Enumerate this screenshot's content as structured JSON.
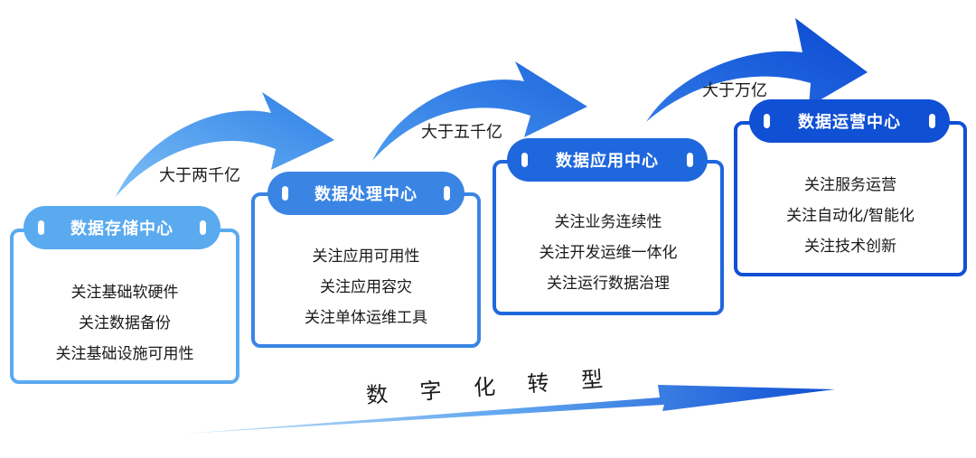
{
  "stages": [
    {
      "title": "数据存储中心",
      "items": [
        "关注基础软硬件",
        "关注数据备份",
        "关注基础设施可用性"
      ],
      "color": "#5aaaf0"
    },
    {
      "title": "数据处理中心",
      "items": [
        "关注应用可用性",
        "关注应用容灾",
        "关注单体运维工具"
      ],
      "color": "#3a85e4"
    },
    {
      "title": "数据应用中心",
      "items": [
        "关注业务连续性",
        "关注开发运维一体化",
        "关注运行数据治理"
      ],
      "color": "#1f67dc"
    },
    {
      "title": "数据运营中心",
      "items": [
        "关注服务运营",
        "关注自动化/智能化",
        "关注技术创新"
      ],
      "color": "#1050d4"
    }
  ],
  "transitions": [
    "大于两千亿",
    "大于五千亿",
    "大于万亿"
  ],
  "bottom_title": "数 字 化 转 型",
  "colors": {
    "light": "#8cc8f7",
    "dark": "#0b45cf"
  }
}
